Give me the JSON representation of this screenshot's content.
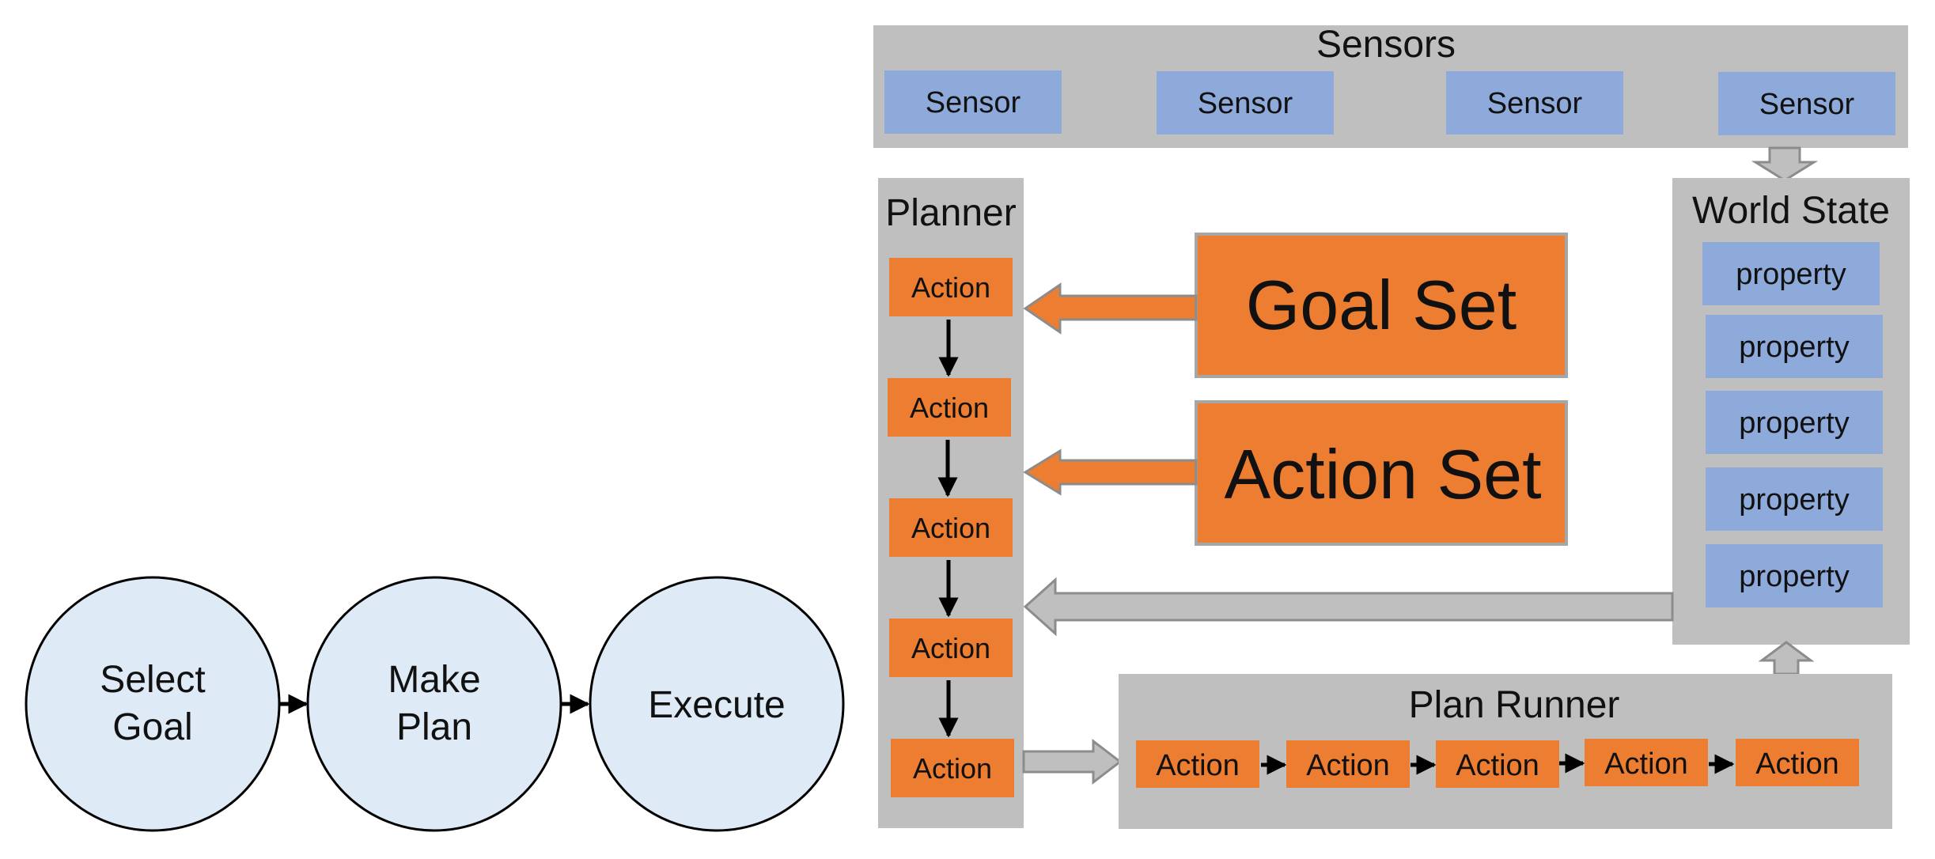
{
  "flow": {
    "steps": [
      {
        "line1": "Select",
        "line2": "Goal"
      },
      {
        "line1": "Make",
        "line2": "Plan"
      },
      {
        "line1": "Execute",
        "line2": ""
      }
    ]
  },
  "sensors": {
    "title": "Sensors",
    "items": [
      "Sensor",
      "Sensor",
      "Sensor",
      "Sensor"
    ]
  },
  "planner": {
    "title": "Planner",
    "actions": [
      "Action",
      "Action",
      "Action",
      "Action",
      "Action"
    ]
  },
  "goal_set": {
    "label": "Goal Set"
  },
  "action_set": {
    "label": "Action Set"
  },
  "world_state": {
    "title": "World State",
    "properties": [
      "property",
      "property",
      "property",
      "property",
      "property"
    ]
  },
  "plan_runner": {
    "title": "Plan Runner",
    "actions": [
      "Action",
      "Action",
      "Action",
      "Action",
      "Action"
    ]
  },
  "colors": {
    "panel_gray": "#bfbfbf",
    "sensor_blue": "#8eaadb",
    "action_orange": "#ed7d31",
    "flow_circle": "#deeaf6"
  }
}
